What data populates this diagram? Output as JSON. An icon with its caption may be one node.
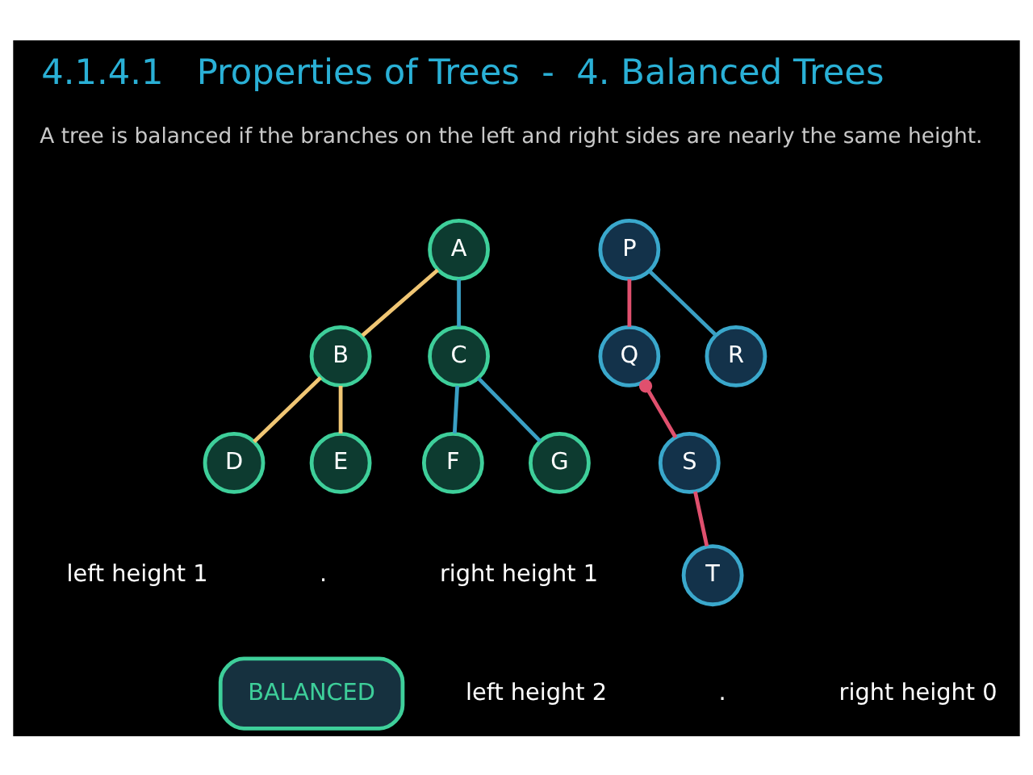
{
  "diagram": {
    "title": "4.1.4.1   Properties of Trees  -  4. Balanced Trees",
    "nodes": [
      {
        "text": [
          "A"
        ]
      },
      {
        "text": [
          "B"
        ]
      },
      {
        "text": [
          "C"
        ]
      },
      {
        "text": [
          "D"
        ]
      },
      {
        "text": [
          "E"
        ]
      },
      {
        "text": [
          "F"
        ]
      },
      {
        "text": [
          "G"
        ]
      },
      {
        "text": [
          "BALANCED"
        ]
      },
      {
        "text": [
          "P"
        ]
      },
      {
        "text": [
          "Q"
        ]
      },
      {
        "text": [
          "R"
        ]
      },
      {
        "text": [
          "S"
        ]
      },
      {
        "text": [
          "T"
        ]
      }
    ],
    "edges": [
      {
        "from": 0,
        "to": 1,
        "arrow": "none",
        "color": "#f0c674"
      },
      {
        "from": 0,
        "to": 2,
        "arrow": "none",
        "color": "#3a9fc4"
      },
      {
        "from": 1,
        "to": 3,
        "arrow": "none",
        "color": "#f0c674"
      },
      {
        "from": 1,
        "to": 4,
        "arrow": "none",
        "color": "#f0c674"
      },
      {
        "from": 2,
        "to": 5,
        "arrow": "none",
        "color": "#3a9fc4"
      },
      {
        "from": 2,
        "to": 6,
        "arrow": "none",
        "color": "#3a9fc4"
      },
      {
        "from": 8,
        "to": 9,
        "arrow": "none",
        "color": "#e0506e"
      },
      {
        "from": 8,
        "to": 10,
        "arrow": "none",
        "color": "#3a9fc4"
      },
      {
        "from": 9,
        "to": 11,
        "arrow": "other",
        "color": "#e0506e"
      },
      {
        "from": 11,
        "to": 12,
        "arrow": "none",
        "color": "#e0506e"
      }
    ],
    "labels": [
      "A tree is balanced if the branches on the left and right sides are nearly the same height.",
      "left height 1",
      ".",
      "right height 1",
      "left height 2",
      ".",
      "right height 0"
    ]
  }
}
